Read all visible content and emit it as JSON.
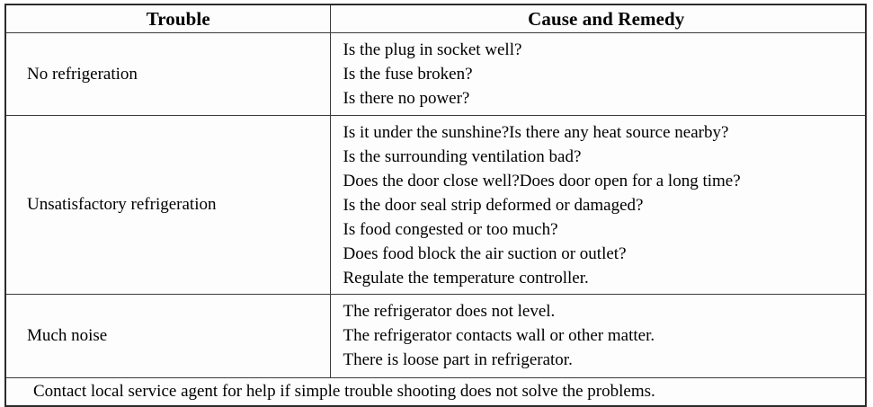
{
  "document": {
    "type": "troubleshooting-table",
    "columns": [
      {
        "id": "trouble",
        "header": "Trouble"
      },
      {
        "id": "cause_remedy",
        "header": "Cause and Remedy"
      }
    ],
    "rows": [
      {
        "trouble": "No refrigeration",
        "remedies": [
          "Is the plug in socket well?",
          "Is the fuse broken?",
          "Is there no power?"
        ]
      },
      {
        "trouble": "Unsatisfactory refrigeration",
        "remedies": [
          "Is it under the sunshine?Is there any heat source nearby?",
          "Is the surrounding ventilation bad?",
          "Does the door close well?Does door open for a long time?",
          "Is the door seal strip deformed or damaged?",
          "Is food congested or too much?",
          "Does food block the air suction or outlet?",
          "Regulate the temperature controller."
        ]
      },
      {
        "trouble": "Much noise",
        "remedies": [
          "The refrigerator does not level.",
          "The refrigerator contacts wall or other matter.",
          "There is loose part in refrigerator."
        ]
      }
    ],
    "footer_note": "Contact local service agent for help if simple trouble shooting does not solve the problems.",
    "colors": {
      "page_background": "#ffffff",
      "cell_background": "#fdfdfd",
      "border": "#3a3a3a",
      "outer_border": "#2b2b2b",
      "text": "#000000"
    }
  }
}
